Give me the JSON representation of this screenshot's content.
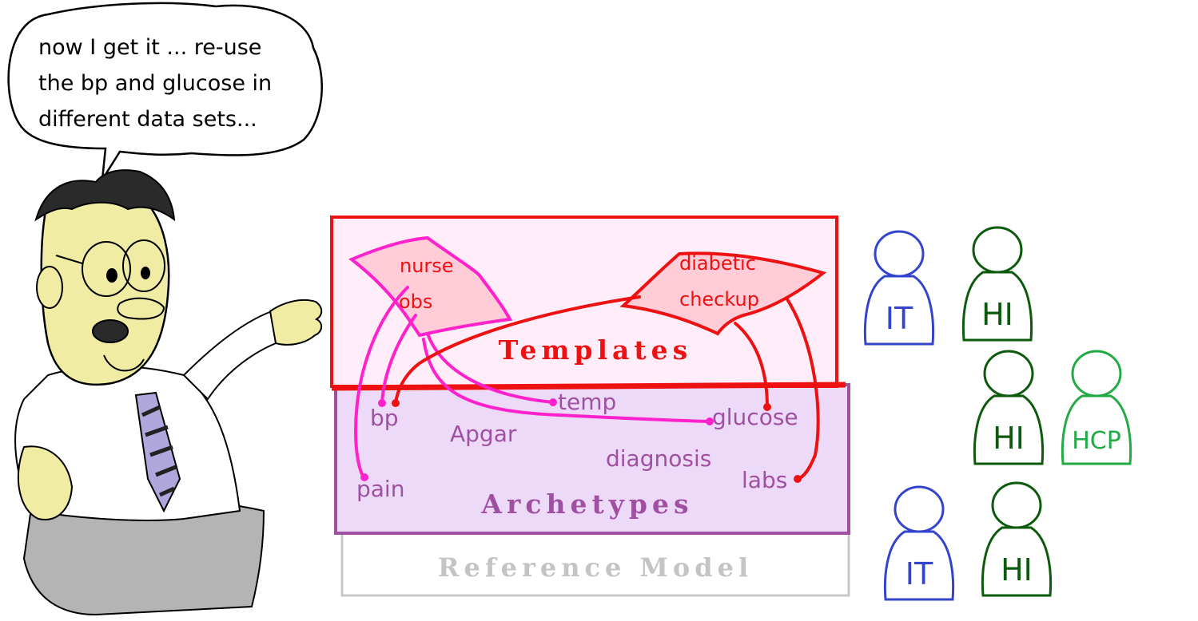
{
  "speech": {
    "line1": "now I get it ... re-use",
    "line2": "the bp and glucose in",
    "line3": "different data sets..."
  },
  "layers": {
    "templates": "Templates",
    "archetypes": "Archetypes",
    "reference_model": "Reference Model"
  },
  "templates": {
    "nurse_obs": {
      "line1": "nurse",
      "line2": "obs"
    },
    "diabetic_checkup": {
      "line1": "diabetic",
      "line2": "checkup"
    }
  },
  "archetypes": {
    "bp": "bp",
    "temp": "temp",
    "glucose": "glucose",
    "apgar": "Apgar",
    "diagnosis": "diagnosis",
    "labs": "labs",
    "pain": "pain"
  },
  "people": [
    {
      "label": "IT"
    },
    {
      "label": "HI"
    },
    {
      "label": "HI"
    },
    {
      "label": "HCP"
    },
    {
      "label": "IT"
    },
    {
      "label": "HI"
    }
  ],
  "colors": {
    "templates_border": "#ee1111",
    "templates_fill": "#ffeefa",
    "archetypes_border": "#a050a0",
    "archetypes_fill": "#ecdaf8",
    "refmodel_border": "#c8c8c8",
    "refmodel_text": "#c4c4c4",
    "nurse_link": "#ff22cc",
    "diabetic_link": "#ee1111",
    "template_shape_fill": "#ffccd8",
    "it_person": "#3344cc",
    "hi_person": "#0c5a0c",
    "hcp_person": "#22aa44",
    "skin": "#f0eca4",
    "tie": "#b0a8dc",
    "trousers": "#b4b4b4"
  }
}
